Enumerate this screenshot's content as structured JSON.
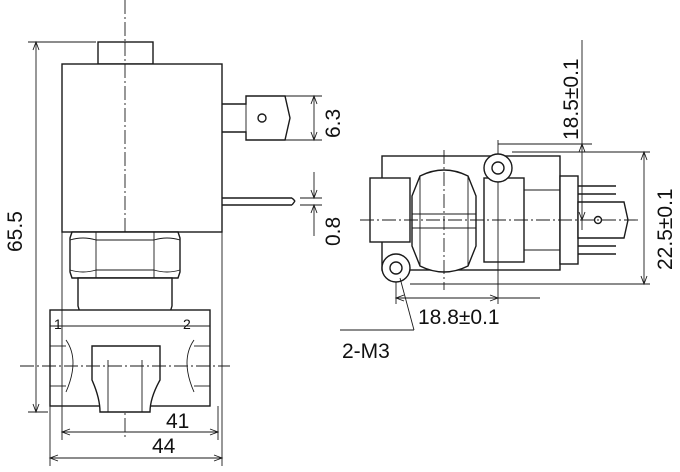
{
  "side_view": {
    "height_label": "65.5",
    "terminal_label": "6.3",
    "pin_label": "0.8",
    "port_1_label": "1",
    "port_2_label": "2",
    "width_inner_label": "41",
    "width_outer_label": "44"
  },
  "top_view": {
    "length_label": "18.5±0.1",
    "height_label": "22.5±0.1",
    "hole_spacing_label": "18.8±0.1",
    "mounting_label": "2-M3"
  }
}
